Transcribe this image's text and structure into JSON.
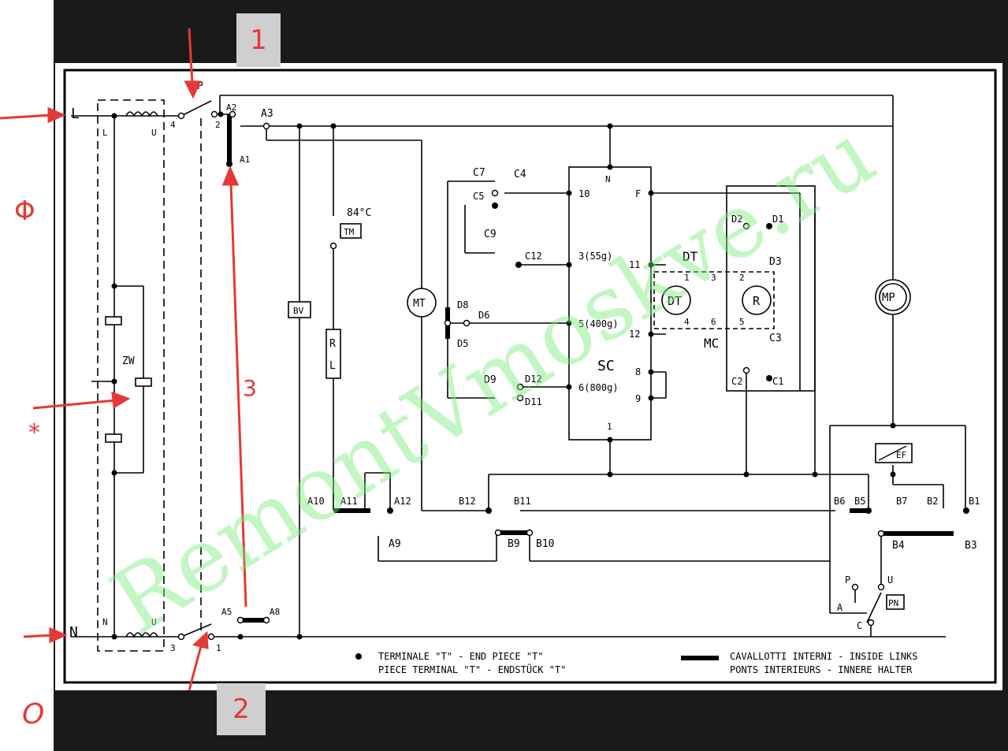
{
  "tabs": {
    "tab1": "1",
    "tab2": "2"
  },
  "side_labels": {
    "phase": "Φ",
    "star": "*",
    "zero": "O",
    "three": "3"
  },
  "watermark": "RemontVmoskve.ru",
  "diagram": {
    "L": "L",
    "N": "N",
    "ZW": "ZW",
    "P": "P",
    "U": "U",
    "sw4": "4",
    "sw2": "2",
    "sw3": "3",
    "sw1": "1",
    "A1": "A1",
    "A2": "A2",
    "A3": "A3",
    "A5": "A5",
    "A8": "A8",
    "A9": "A9",
    "A10": "A10",
    "A11": "A11",
    "A12": "A12",
    "temp": "84°C",
    "TM": "TM",
    "BV": "BV",
    "R": "R",
    "Lr": "L",
    "MT": "MT",
    "MP": "MP",
    "EF": "EF",
    "PN": "PN",
    "C1": "C1",
    "C2": "C2",
    "C3": "C3",
    "C4": "C4",
    "C5": "C5",
    "C7": "C7",
    "C9": "C9",
    "C12": "C12",
    "D1": "D1",
    "D2": "D2",
    "D3": "D3",
    "D5": "D5",
    "D6": "D6",
    "D8": "D8",
    "D9": "D9",
    "D11": "D11",
    "D12": "D12",
    "B1": "B1",
    "B2": "B2",
    "B3": "B3",
    "B4": "B4",
    "B5": "B5",
    "B6": "B6",
    "B7": "B7",
    "B9": "B9",
    "B10": "B10",
    "B11": "B11",
    "B12": "B12",
    "SC": "SC",
    "DT": "DT",
    "MC": "MC",
    "Rm": "R",
    "sc_N": "N",
    "sc_F": "F",
    "sc_10": "10",
    "sc_11": "11",
    "sc_12": "12",
    "sc_3": "3(55g)",
    "sc_5": "5(400g)",
    "sc_6": "6(800g)",
    "sc_8": "8",
    "sc_9": "9",
    "sc_1": "1",
    "m1": "1",
    "m3": "3",
    "m2": "2",
    "m4": "4",
    "m6": "6",
    "m5": "5",
    "pA": "A",
    "pC": "C",
    "pP": "P",
    "pU": "U",
    "uL": "L",
    "uU": "U",
    "nN": "N",
    "nU": "U"
  },
  "legend": {
    "terminal_1": "TERMINALE \"T\"  - END PIECE \"T\"",
    "terminal_2": "PIECE TERMINAL \"T\" - ENDSTÜCK \"T\"",
    "links_1": "CAVALLOTTI INTERNI - INSIDE LINKS",
    "links_2": "PONTS INTERIEURS - INNERE HALTER"
  }
}
